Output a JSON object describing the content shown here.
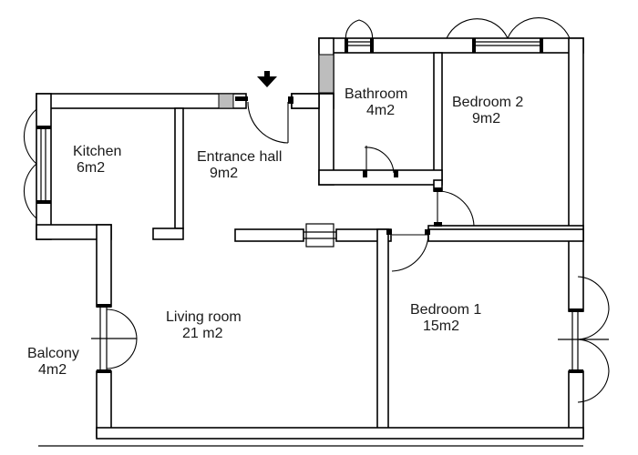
{
  "rooms": {
    "bathroom": {
      "name": "Bathroom",
      "area": "4m2"
    },
    "bedroom2": {
      "name": "Bedroom 2",
      "area": "9m2"
    },
    "kitchen": {
      "name": "Kitchen",
      "area": "6m2"
    },
    "entrance_hall": {
      "name": "Entrance hall",
      "area": "9m2"
    },
    "living_room": {
      "name": "Living room",
      "area": "21 m2"
    },
    "bedroom1": {
      "name": "Bedroom 1",
      "area": "15m2"
    },
    "balcony": {
      "name": "Balcony",
      "area": "4m2"
    }
  },
  "symbols": {
    "entrance_marker": "down-arrow-icon"
  },
  "colors": {
    "wall_line": "#000000",
    "hatch": "#bdbdbd",
    "background": "#ffffff"
  }
}
